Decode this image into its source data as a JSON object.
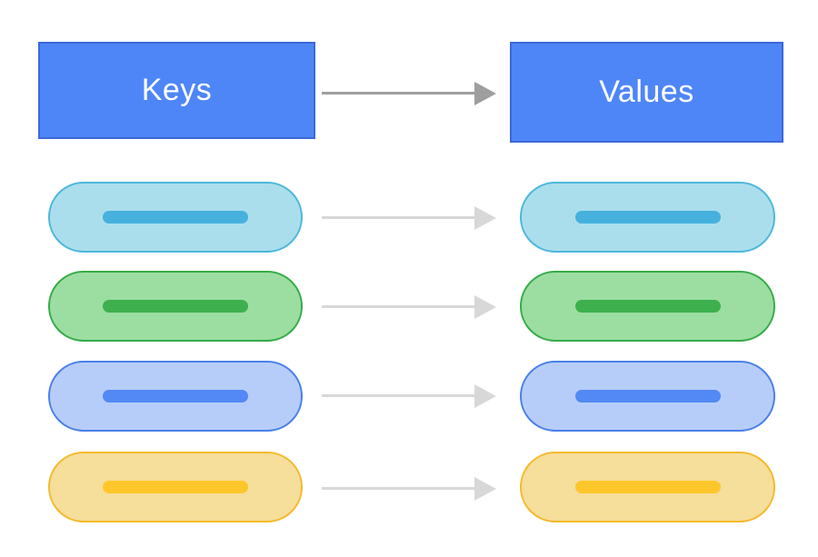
{
  "header": {
    "keys_label": "Keys",
    "values_label": "Values"
  },
  "colors": {
    "background": "#ffffff",
    "header_fill": "#4e86f8",
    "header_border": "#3b68d9",
    "header_text": "#ffffff",
    "top_arrow": "#9e9e9e",
    "row_arrow": "#d8d8d8"
  },
  "rows": [
    {
      "name": "cyan-pair",
      "fill": "#abdeec",
      "border": "#4db7da",
      "bar": "#46b1dd"
    },
    {
      "name": "green-pair",
      "fill": "#9cdea1",
      "border": "#37ab4a",
      "bar": "#3db04d"
    },
    {
      "name": "blue-pair",
      "fill": "#b7cdf9",
      "border": "#4a80e8",
      "bar": "#5389f4"
    },
    {
      "name": "yellow-pair",
      "fill": "#f6de9b",
      "border": "#f3ba2d",
      "bar": "#fdc72b"
    }
  ]
}
